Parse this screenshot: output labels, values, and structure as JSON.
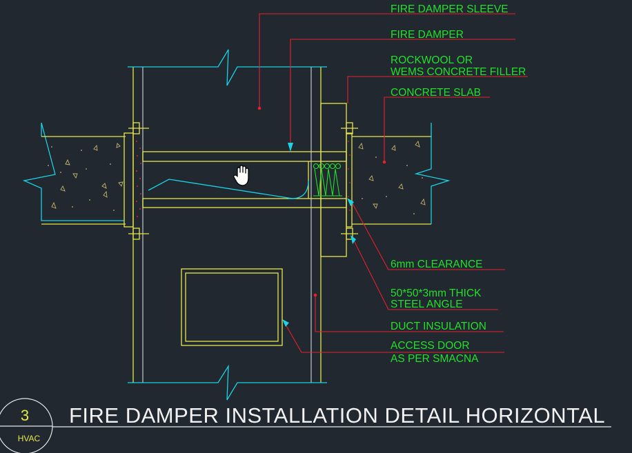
{
  "title": "FIRE DAMPER INSTALLATION DETAIL HORIZONTAL",
  "detail_bubble": {
    "number": "3",
    "discipline": "HVAC"
  },
  "labels": {
    "fire_damper_sleeve": "FIRE DAMPER SLEEVE",
    "fire_damper": "FIRE DAMPER",
    "rockwool_line1": "ROCKWOOL OR",
    "rockwool_line2": "WEMS CONCRETE FILLER",
    "concrete_slab": "CONCRETE SLAB",
    "clearance": "6mm CLEARANCE",
    "steel_angle_line1": "50*50*3mm THICK",
    "steel_angle_line2": "STEEL ANGLE",
    "duct_insulation": "DUCT INSULATION",
    "access_door_line1": "ACCESS DOOR",
    "access_door_line2": "AS PER SMACNA"
  },
  "colors": {
    "background": "#212830",
    "label_text": "#22e02a",
    "leader": "#e8202a",
    "drawing": "#e6e84a",
    "break_line": "#19d3e6",
    "title_text": "#f2f2f2"
  },
  "cursor": "hand-pointer-icon"
}
